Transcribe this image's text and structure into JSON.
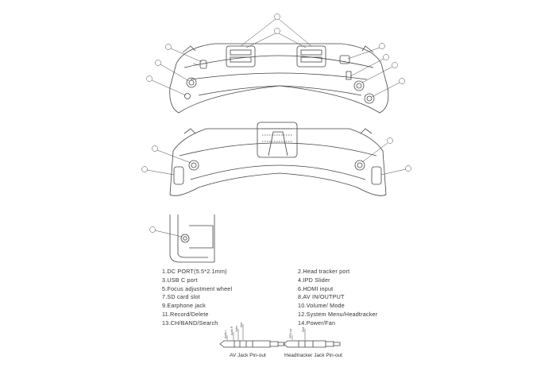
{
  "legend": {
    "left": [
      "1.DC PORT(5.5*2.1mm)",
      "3.USB C port",
      "5.Focus adjustment  wheel",
      "7.SD card slot",
      "9.Earphone jack",
      "11.Record/Delete",
      "13.CH/BAND/Search"
    ],
    "right": [
      "2.Head tracker port",
      "4.IPD Slider",
      "6.HDMI input",
      "8.AV IN/OUTPUT",
      "10.Volume/ Mode",
      "12.System Menu/Headtracker",
      "14.Power/Fan"
    ]
  },
  "captions": {
    "av_jack": "AV Jack Pin-out",
    "headtracker_jack": "Headtracker Jack Pin-out"
  },
  "pin_labels": {
    "av": [
      "Audio L",
      "Audio R",
      "Video",
      "Gnd"
    ],
    "headtracker": [
      "PPM out",
      "Gnd"
    ]
  }
}
